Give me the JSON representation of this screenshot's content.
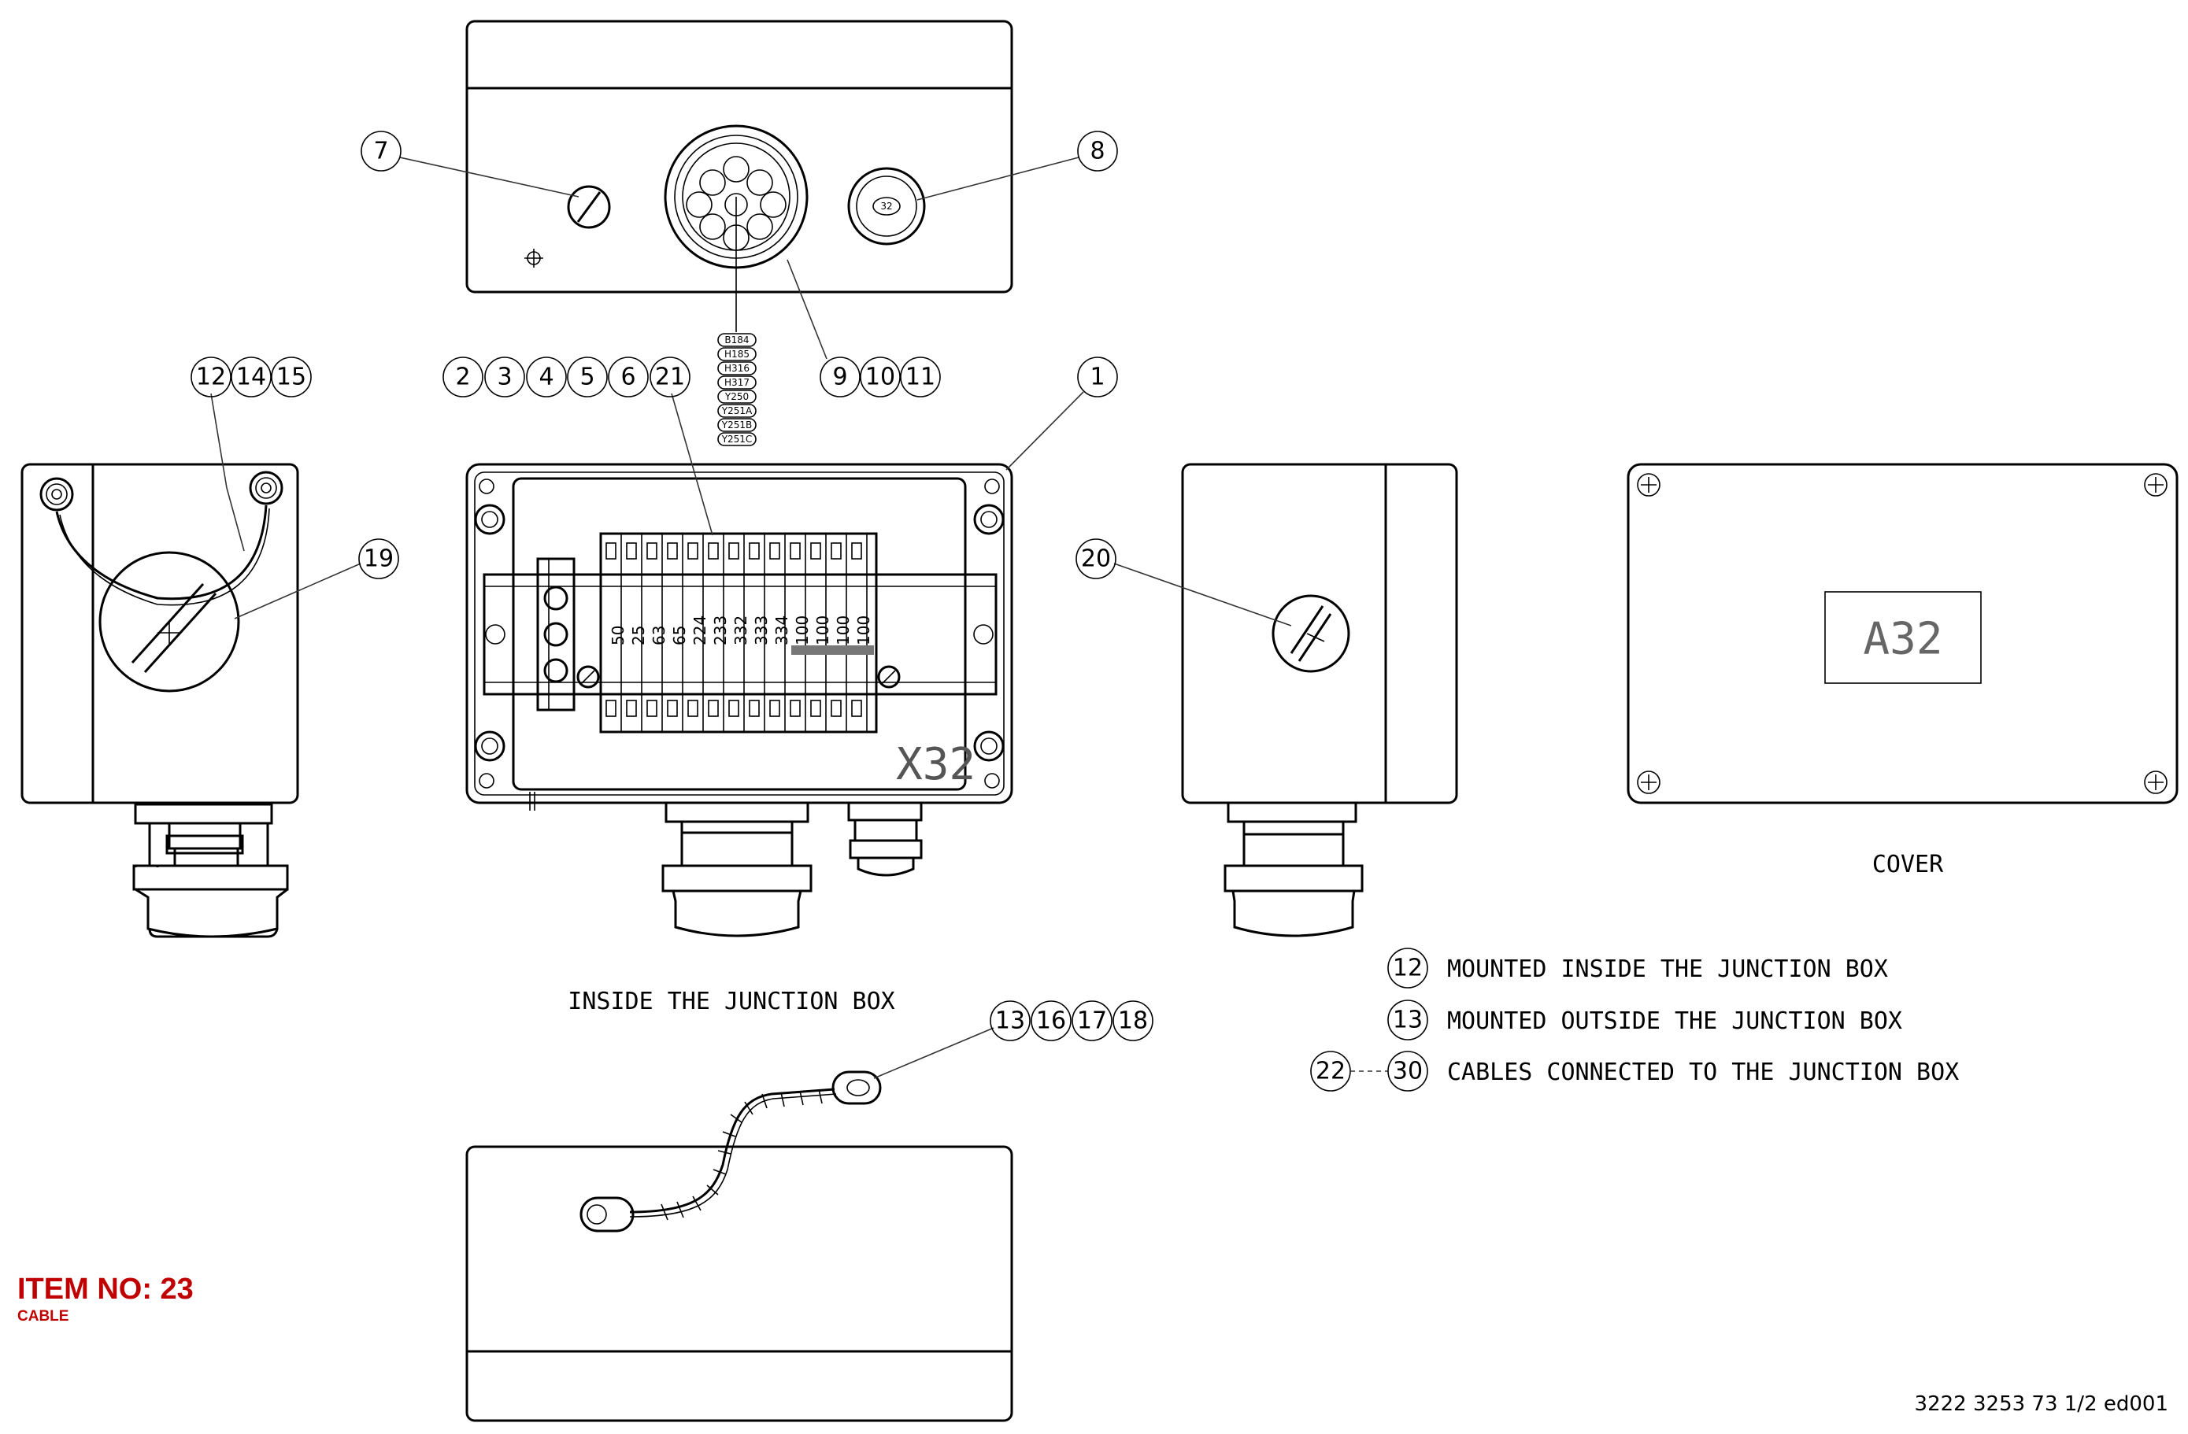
{
  "diagram": {
    "captions": {
      "inside": "INSIDE THE JUNCTION BOX",
      "cover": "COVER"
    },
    "box_marking": "X32",
    "cover_label": "A32",
    "gland_label": "32",
    "item": {
      "title": "ITEM NO: 23",
      "subtitle": "CABLE"
    },
    "doc_number": "3222 3253 73 1/2 ed001",
    "callouts": {
      "c7": "7",
      "c8": "8",
      "g12": [
        "12",
        "14",
        "15"
      ],
      "c19": "19",
      "g2": [
        "2",
        "3",
        "4",
        "5",
        "6",
        "21"
      ],
      "g9": [
        "9",
        "10",
        "11"
      ],
      "c1": "1",
      "c20": "20",
      "g13": [
        "13",
        "16",
        "17",
        "18"
      ]
    },
    "cable_tags": [
      "B184",
      "H185",
      "H316",
      "H317",
      "Y250",
      "Y251A",
      "Y251B",
      "Y251C"
    ],
    "terminals": [
      "50",
      "25",
      "63",
      "65",
      "224",
      "233",
      "332",
      "333",
      "334",
      "100",
      "100",
      "100",
      "100"
    ],
    "legend": [
      {
        "num": "12",
        "text": "MOUNTED INSIDE THE JUNCTION BOX"
      },
      {
        "num": "13",
        "text": "MOUNTED OUTSIDE THE JUNCTION BOX"
      },
      {
        "num": "22",
        "num2": "30",
        "text": "CABLES CONNECTED TO THE JUNCTION BOX"
      }
    ]
  }
}
